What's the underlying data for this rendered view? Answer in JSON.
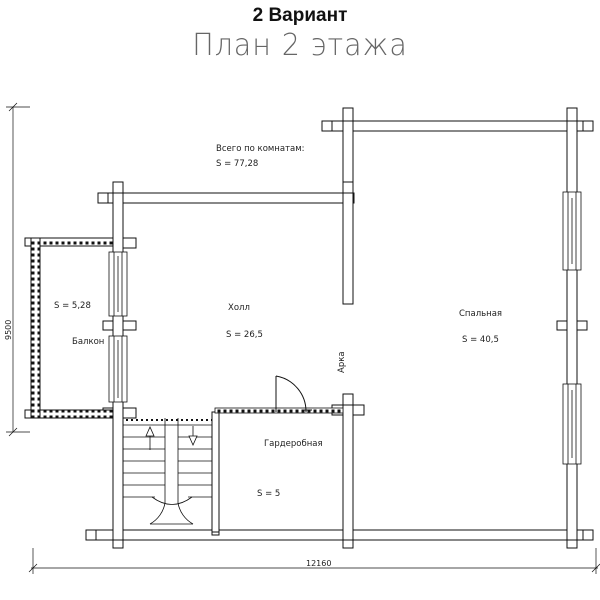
{
  "header": {
    "title": "2 Вариант",
    "subtitle": "План 2 этажа"
  },
  "summary": {
    "label": "Всего по комнатам:",
    "area": "S   =   77,28"
  },
  "rooms": {
    "hall": {
      "name": "Холл",
      "area": "S   =   26,5"
    },
    "bedroom": {
      "name": "Спальная",
      "area": "S   =   40,5"
    },
    "balcony": {
      "name": "Балкон",
      "area": "S   =   5,28"
    },
    "wardrobe": {
      "name": "Гардеробная",
      "area": "S   =   5"
    },
    "arch": {
      "name": "Арка"
    }
  },
  "dimensions": {
    "width": "12160",
    "height": "9500"
  }
}
